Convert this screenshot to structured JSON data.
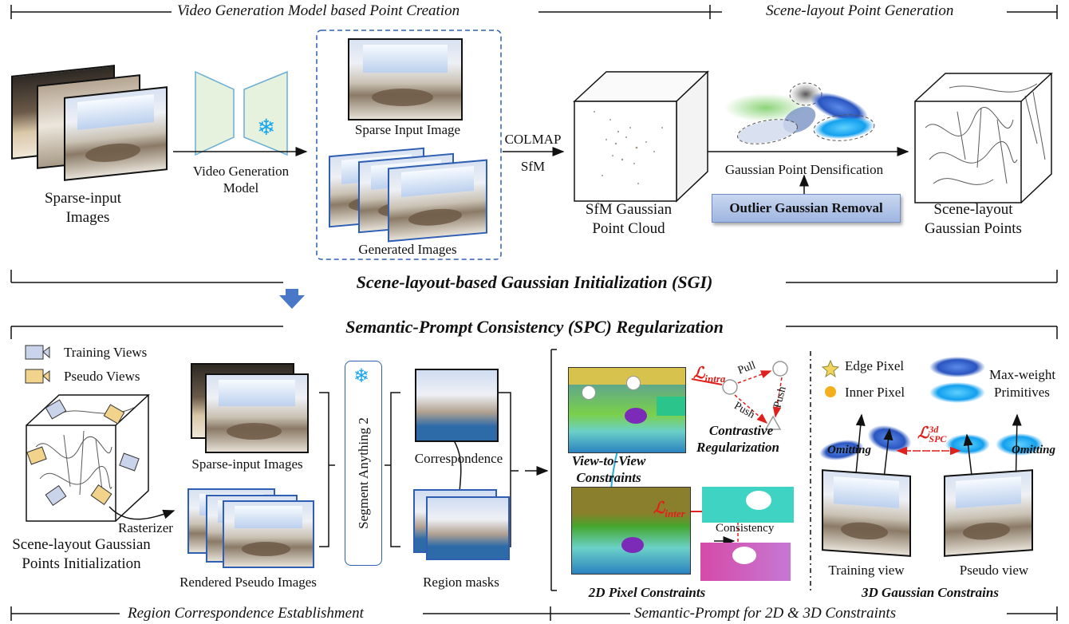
{
  "headers": {
    "top_left": "Video Generation Model based Point Creation",
    "top_right": "Scene-layout Point Generation",
    "bottom_left": "Region Correspondence Establishment",
    "bottom_right": "Semantic-Prompt for 2D & 3D Constraints"
  },
  "sgi": {
    "sparse_input_l1": "Sparse-input",
    "sparse_input_l2": "Images",
    "video_gen_l1": "Video Generation",
    "video_gen_l2": "Model",
    "sparse_input_image": "Sparse Input Image",
    "generated_images": "Generated Images",
    "colmap": "COLMAP",
    "sfm": "SfM",
    "sfm_cloud_l1": "SfM Gaussian",
    "sfm_cloud_l2": "Point Cloud",
    "densification": "Gaussian Point Densification",
    "outlier_removal": "Outlier Gaussian Removal",
    "scene_layout_l1": "Scene-layout",
    "scene_layout_l2": "Gaussian Points",
    "title": "Scene-layout-based Gaussian Initialization (SGI)"
  },
  "spc": {
    "title": "Semantic-Prompt Consistency (SPC) Regularization",
    "training_views": "Training Views",
    "pseudo_views": "Pseudo Views",
    "rasterizer": "Rasterizer",
    "init_l1": "Scene-layout Gaussian",
    "init_l2": "Points Initialization",
    "sparse_input_images": "Sparse-input Images",
    "rendered_pseudo": "Rendered Pseudo Images",
    "segment_anything": "Segment Anything 2",
    "correspondence": "Correspondence",
    "region_masks": "Region masks",
    "l_intra": "ℒ",
    "l_intra_sub": "intra",
    "pull": "Pull",
    "push": "Push",
    "contrastive_l1": "Contrastive",
    "contrastive_l2": "Regularization",
    "v2v_l1": "View-to-View",
    "v2v_l2": "Constraints",
    "l_inter": "ℒ",
    "l_inter_sub": "inter",
    "consistency": "Consistency",
    "pixel_constraints": "2D Pixel Constraints",
    "edge_pixel": "Edge Pixel",
    "inner_pixel": "Inner Pixel",
    "max_weight_l1": "Max-weight",
    "max_weight_l2": "Primitives",
    "l_spc": "ℒ",
    "l_spc_sup": "3d",
    "l_spc_sub": "SPC",
    "omitting": "Omitting",
    "training_view": "Training view",
    "pseudo_view": "Pseudo view",
    "gaussian_constraints": "3D Gaussian Constrains"
  },
  "colors": {
    "accent_blue": "#2f5fb3",
    "loss_red": "#e0201c",
    "gaussian_blue": "#3a6ad0",
    "gaussian_cyan": "#1aa6ef",
    "outlier_box": "#b8cbee"
  }
}
